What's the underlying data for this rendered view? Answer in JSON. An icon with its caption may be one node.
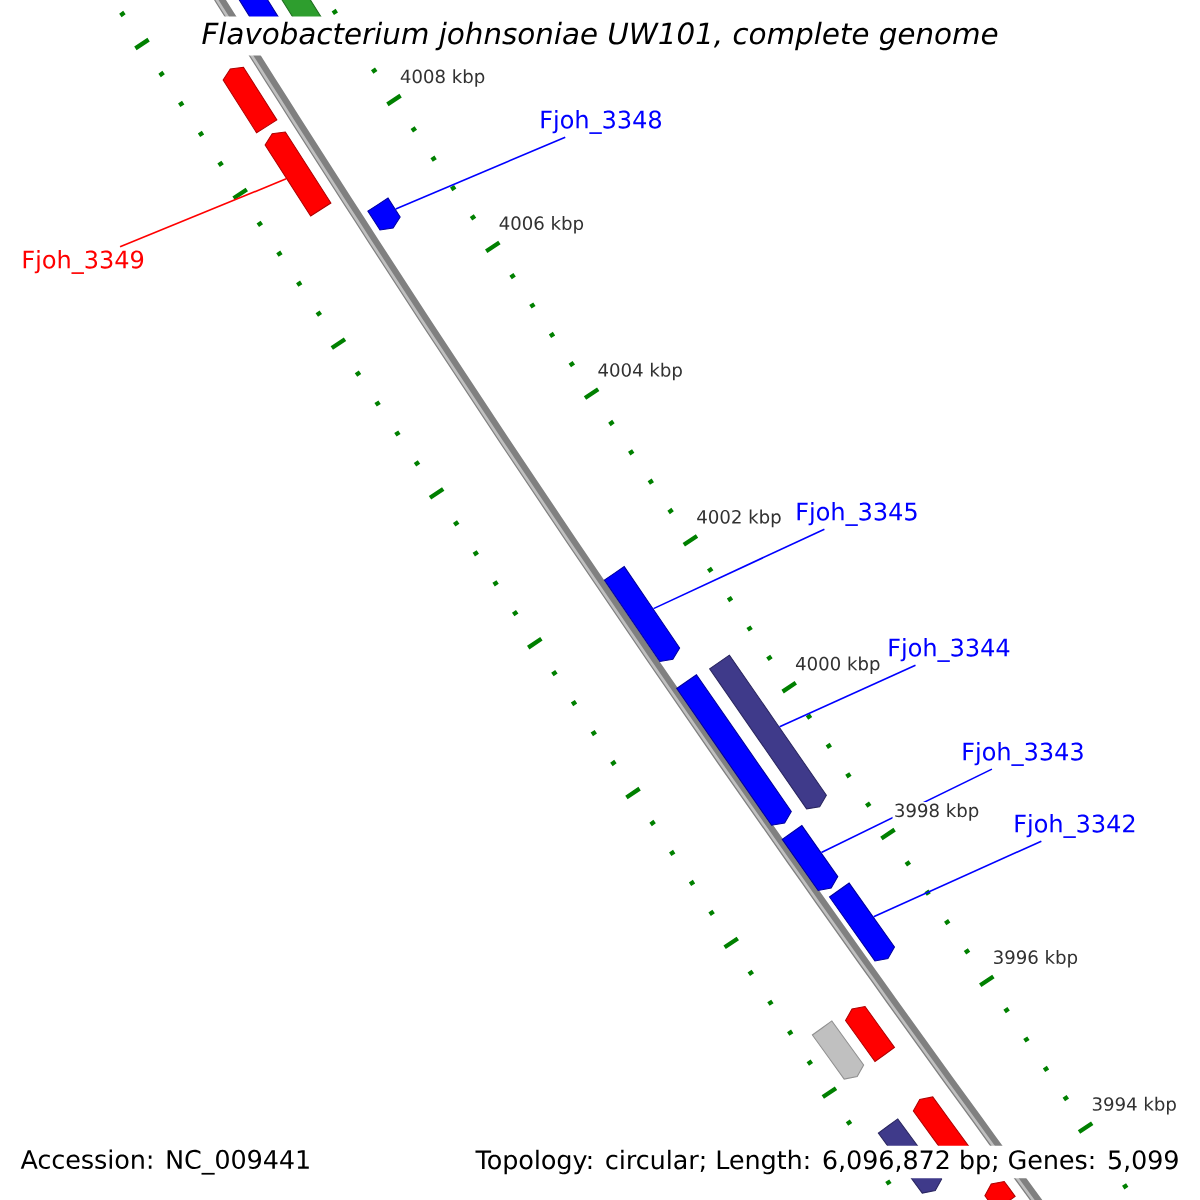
{
  "diagram": {
    "title": "Flavobacterium johnsoniae UW101, complete genome",
    "nodes": [
      {
        "text": [
          "Fjoh_3349"
        ]
      },
      {
        "text": [],
        "shape": "bar"
      },
      {
        "text": [
          "Fjoh_3348"
        ]
      },
      {
        "text": [],
        "shape": "bar"
      },
      {
        "text": [
          "Fjoh_3345"
        ]
      },
      {
        "text": [],
        "shape": "bar"
      },
      {
        "text": [
          "Fjoh_3344"
        ]
      },
      {
        "text": [],
        "shape": "bar"
      },
      {
        "text": [
          "Fjoh_3343"
        ]
      },
      {
        "text": [],
        "shape": "bar"
      },
      {
        "text": [
          "Fjoh_3342"
        ]
      },
      {
        "text": [],
        "shape": "bar"
      },
      {
        "text": [],
        "shape": "bar"
      }
    ],
    "edges": [
      {
        "from": 0,
        "to": 1,
        "arrow": "none",
        "color": "#ff0000"
      },
      {
        "from": 2,
        "to": 3,
        "arrow": "none"
      },
      {
        "from": 4,
        "to": 5,
        "arrow": "none"
      },
      {
        "from": 6,
        "to": 7,
        "arrow": "none"
      },
      {
        "from": 8,
        "to": 9,
        "arrow": "none"
      },
      {
        "from": 10,
        "to": 11,
        "arrow": "none"
      }
    ],
    "labels": [
      "4008 kbp",
      "4006 kbp",
      "4004 kbp",
      "4002 kbp",
      "4000 kbp",
      "3998 kbp",
      "3996 kbp",
      "3994 kbp",
      "Accession: NC_009441",
      "Topology: circular; Length: 6,096,872 bp; Genes: 5,099"
    ]
  }
}
